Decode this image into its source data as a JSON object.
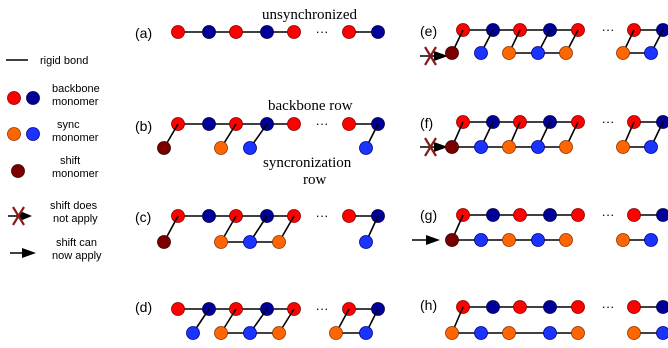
{
  "legend": {
    "rigid_bond": "rigid bond",
    "backbone_l1": "backbone",
    "backbone_l2": "monomer",
    "sync_l1": "sync",
    "sync_l2": "monomer",
    "shift_l1": "shift",
    "shift_l2": "monomer",
    "noapply_l1": "shift does",
    "noapply_l2": "not apply",
    "apply_l1": "shift can",
    "apply_l2": "now apply"
  },
  "panels": {
    "a": "(a)",
    "b": "(b)",
    "c": "(c)",
    "d": "(d)",
    "e": "(e)",
    "f": "(f)",
    "g": "(g)",
    "h": "(h)"
  },
  "annotations": {
    "unsynchronized": "unsynchronized",
    "backbone_row": "backbone row",
    "sync_row_l1": "syncronization",
    "sync_row_l2": "row"
  },
  "ellipsis": "···",
  "colors": {
    "backbone_red": "#ff0000",
    "backbone_blue": "#000099",
    "sync_orange": "#ff6600",
    "sync_blue": "#1a33ff",
    "shift": "#7a0000",
    "bond": "#000000"
  }
}
